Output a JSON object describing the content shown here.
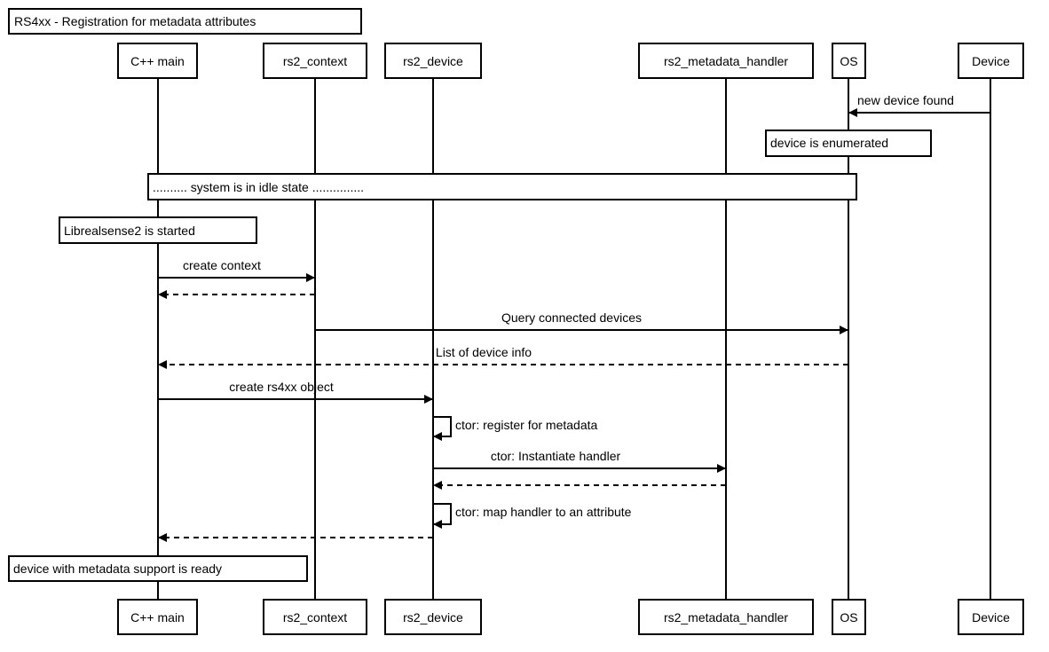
{
  "title": "RS4xx - Registration for metadata attributes",
  "participants": [
    {
      "id": "cpp",
      "label": "C++ main"
    },
    {
      "id": "ctx",
      "label": "rs2_context"
    },
    {
      "id": "dev",
      "label": "rs2_device"
    },
    {
      "id": "mh",
      "label": "rs2_metadata_handler"
    },
    {
      "id": "os",
      "label": "OS"
    },
    {
      "id": "device",
      "label": "Device"
    }
  ],
  "messages": [
    {
      "from": "device",
      "to": "os",
      "label": "new device found",
      "style": "solid"
    },
    {
      "from": "cpp",
      "to": "ctx",
      "label": "create context",
      "style": "solid"
    },
    {
      "from": "ctx",
      "to": "cpp",
      "label": "",
      "style": "dashed"
    },
    {
      "from": "ctx",
      "to": "os",
      "label": "Query connected devices",
      "style": "solid"
    },
    {
      "from": "os",
      "to": "cpp",
      "label": "List of device info",
      "style": "dashed"
    },
    {
      "from": "cpp",
      "to": "dev",
      "label": "create rs4xx object",
      "style": "solid"
    },
    {
      "from": "dev",
      "to": "dev",
      "label": "ctor: register for metadata",
      "style": "self"
    },
    {
      "from": "dev",
      "to": "mh",
      "label": "ctor: Instantiate handler",
      "style": "solid"
    },
    {
      "from": "mh",
      "to": "dev",
      "label": "",
      "style": "dashed"
    },
    {
      "from": "dev",
      "to": "dev",
      "label": "ctor: map handler to an attribute",
      "style": "self"
    },
    {
      "from": "dev",
      "to": "cpp",
      "label": "",
      "style": "dashed"
    }
  ],
  "notes": [
    {
      "id": "enumerated",
      "label": "device is enumerated"
    },
    {
      "id": "idle",
      "label": ".......... system is in idle state ..............."
    },
    {
      "id": "started",
      "label": "Librealsense2 is started"
    },
    {
      "id": "ready",
      "label": "device with metadata support is ready"
    }
  ]
}
